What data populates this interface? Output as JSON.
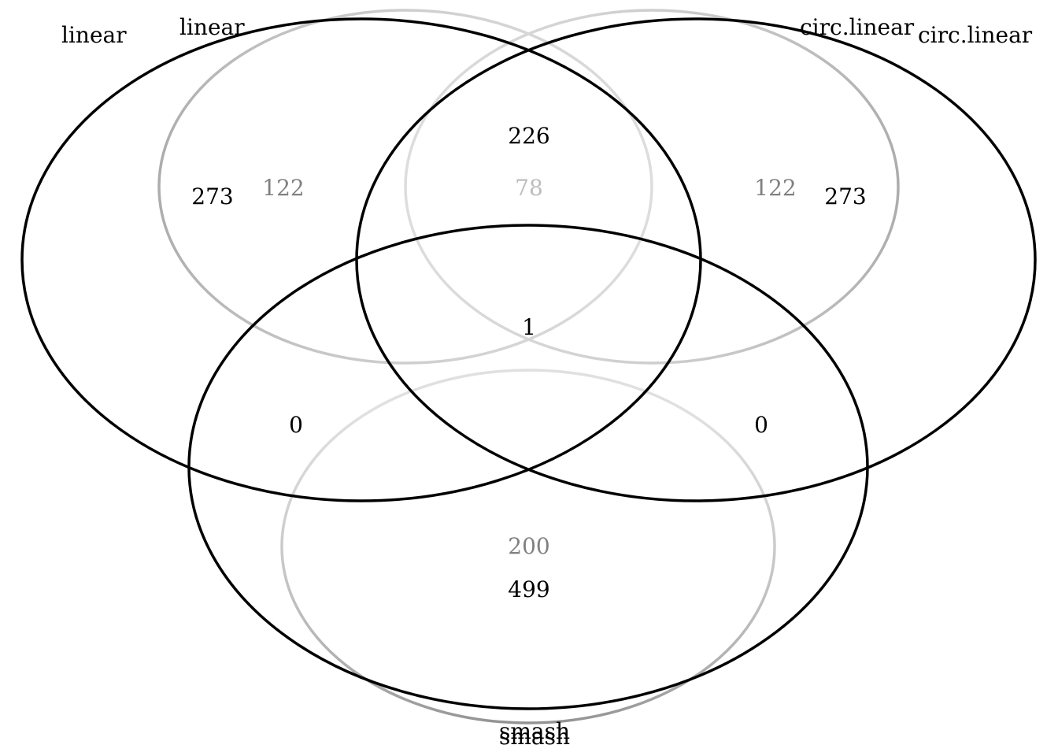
{
  "diagram": {
    "type": "venn",
    "overlays": [
      {
        "name": "outer-diagram",
        "stroke_color": "#000000",
        "text_color": "#000000",
        "sets": [
          {
            "key": "linear",
            "label": "linear"
          },
          {
            "key": "circ_linear",
            "label": "circ.linear"
          },
          {
            "key": "smash",
            "label": "smash"
          }
        ],
        "counts": {
          "linear_only": "273",
          "circ_linear_only": "273",
          "linear_and_circ_linear": "226",
          "linear_and_smash": "0",
          "circ_linear_and_smash": "0",
          "all_three": "1",
          "smash_only": "499"
        }
      },
      {
        "name": "inner-diagram",
        "stroke_color": "#808080",
        "text_color": "#808080",
        "sets": [
          {
            "key": "linear",
            "label": "linear"
          },
          {
            "key": "circ_linear",
            "label": "circ.linear"
          },
          {
            "key": "smash",
            "label": "smash"
          }
        ],
        "counts": {
          "linear_only": "122",
          "circ_linear_only": "122",
          "linear_and_circ_linear": "78",
          "smash_only": "200"
        }
      }
    ]
  }
}
